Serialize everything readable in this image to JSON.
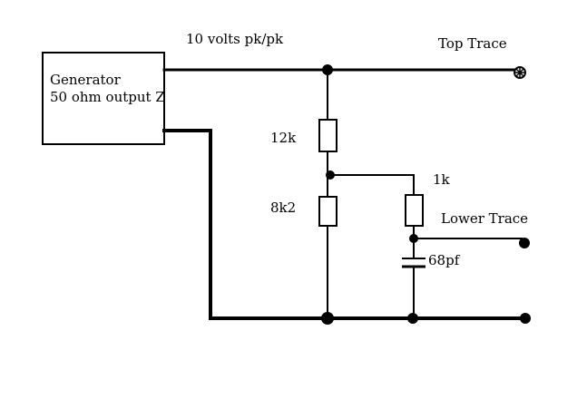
{
  "generator": {
    "line1": "Generator",
    "line2": "50 ohm output Z"
  },
  "signal_label": "10 volts pk/pk",
  "components": {
    "r_top": "12k",
    "r_bottom": "8k2",
    "r_series": "1k",
    "capacitor": "68pf"
  },
  "outputs": {
    "top_trace": "Top Trace",
    "lower_trace": "Lower Trace"
  }
}
